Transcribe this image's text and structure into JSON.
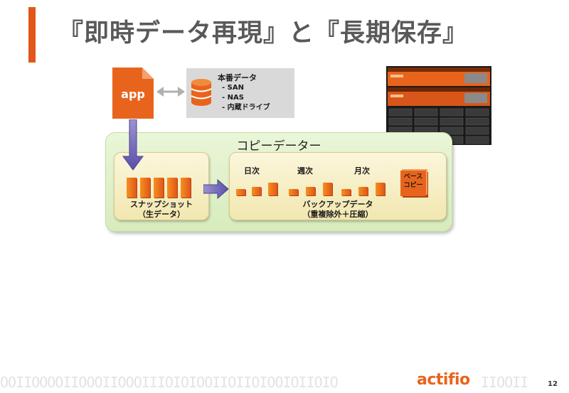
{
  "slide": {
    "title": "『即時データ再現』と『長期保存』",
    "page_number": "12"
  },
  "app": {
    "label": "app"
  },
  "production": {
    "title": "本番データ",
    "items": [
      "- SAN",
      "- NAS",
      "- 内蔵ドライブ"
    ]
  },
  "copy_data": {
    "title": "コピーデーター",
    "snapshot": {
      "label_line1": "スナップショット",
      "label_line2": "（生データ）"
    },
    "backup": {
      "label_line1": "バックアップデータ",
      "label_line2": "（重複除外＋圧縮）",
      "periods": [
        "日次",
        "週次",
        "月次"
      ]
    },
    "base_copy": {
      "line1": "ベース",
      "line2": "コピー"
    }
  },
  "footer": {
    "brand": "actifio",
    "binary_left": "OOIIOOOOIIOOOIIOOOIIIOIOIOOIIOIIOIOOIOIIOIO",
    "binary_right": "IIOOII"
  },
  "colors": {
    "accent": "#e0561b",
    "orange": "#e8641c",
    "panel_green": "#d7ecbd",
    "box_cream": "#f2e7b0",
    "arrow_purple": "#6a5fb0"
  }
}
